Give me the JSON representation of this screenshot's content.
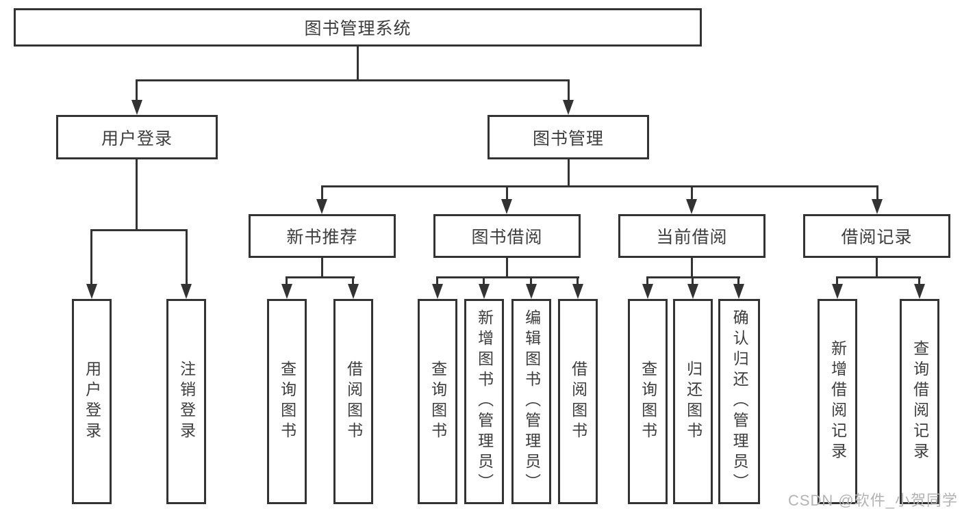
{
  "diagram": {
    "root": {
      "label": "图书管理系统"
    },
    "level2": [
      {
        "label": "用户登录"
      },
      {
        "label": "图书管理"
      }
    ],
    "level3": [
      {
        "label": "新书推荐"
      },
      {
        "label": "图书借阅"
      },
      {
        "label": "当前借阅"
      },
      {
        "label": "借阅记录"
      }
    ],
    "leaves": {
      "login": [
        "用户登录",
        "注销登录"
      ],
      "recommend": [
        "查询图书",
        "借阅图书"
      ],
      "borrow": [
        "查询图书",
        "新增图书（管理员）",
        "编辑图书（管理员）",
        "借阅图书"
      ],
      "current": [
        "查询图书",
        "归还图书",
        "确认归还（管理员）"
      ],
      "records": [
        "新增借阅记录",
        "查询借阅记录"
      ]
    }
  },
  "watermark": {
    "text": "CSDN @软件_小贺同学"
  },
  "colors": {
    "line": "#333333",
    "text": "#3d3d3d",
    "watermark": "#b3b3b3",
    "background": "#ffffff"
  }
}
